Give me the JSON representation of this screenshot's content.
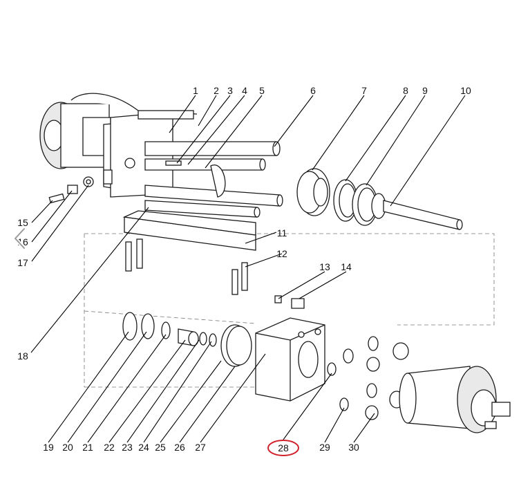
{
  "labels": {
    "l1": "1",
    "l2": "2",
    "l3": "3",
    "l4": "4",
    "l5": "5",
    "l6": "6",
    "l7": "7",
    "l8": "8",
    "l9": "9",
    "l10": "10",
    "l11": "11",
    "l12": "12",
    "l13": "13",
    "l14": "14",
    "l15": "15",
    "l16": "16",
    "l17": "17",
    "l18": "18",
    "l19": "19",
    "l20": "20",
    "l21": "21",
    "l22": "22",
    "l23": "23",
    "l24": "24",
    "l25": "25",
    "l26": "26",
    "l27": "27",
    "l28": "28",
    "l29": "29",
    "l30": "30"
  },
  "highlight_color": "#d0202a",
  "icons": {
    "nav": "chevron-left-icon"
  }
}
